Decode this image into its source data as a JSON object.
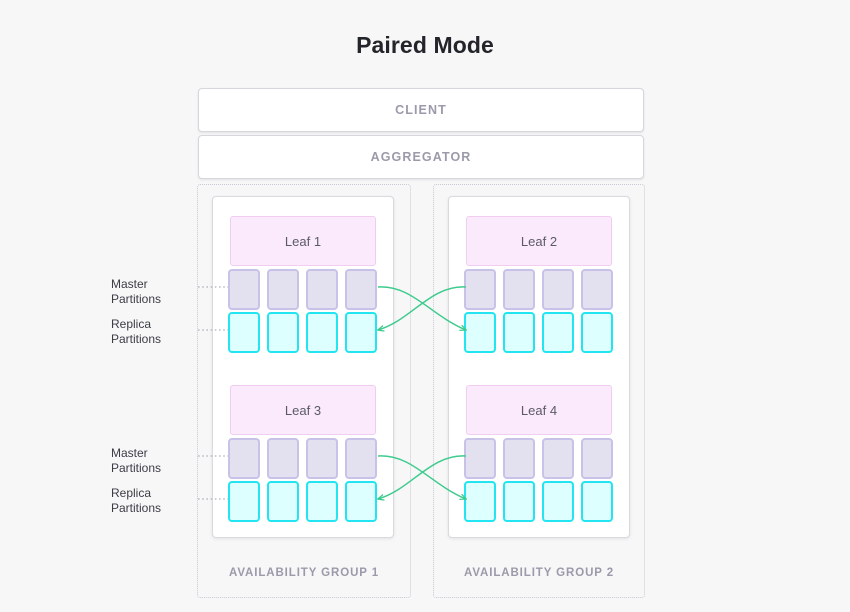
{
  "title": "Paired Mode",
  "top_bars": [
    {
      "label": "CLIENT",
      "name": "client-bar"
    },
    {
      "label": "AGGREGATOR",
      "name": "aggregator-bar"
    }
  ],
  "availability_groups": [
    {
      "label": "AVAILABILITY GROUP 1",
      "leaves": [
        {
          "label": "Leaf 1",
          "master_partitions": 4,
          "replica_partitions": 4
        },
        {
          "label": "Leaf 3",
          "master_partitions": 4,
          "replica_partitions": 4
        }
      ]
    },
    {
      "label": "AVAILABILITY GROUP 2",
      "leaves": [
        {
          "label": "Leaf 2",
          "master_partitions": 4,
          "replica_partitions": 4
        },
        {
          "label": "Leaf 4",
          "master_partitions": 4,
          "replica_partitions": 4
        }
      ]
    }
  ],
  "side_labels": [
    {
      "line1": "Master",
      "line2": "Partitions",
      "row": "top-master"
    },
    {
      "line1": "Replica",
      "line2": "Partitions",
      "row": "top-replica"
    },
    {
      "line1": "Master",
      "line2": "Partitions",
      "row": "bottom-master"
    },
    {
      "line1": "Replica",
      "line2": "Partitions",
      "row": "bottom-replica"
    }
  ],
  "colors": {
    "background": "#f7f7f8",
    "title_text": "#23252b",
    "bar_text": "#9a9aaa",
    "leaf_fill": "#fbeafb",
    "leaf_border": "#f2cdf2",
    "master_fill": "#e3e0f0",
    "master_border": "#c9c2e8",
    "replica_fill": "#ddffff",
    "replica_border": "#23e5f2",
    "arrow": "#3ecb8d",
    "group_border": "#c9c9d3"
  }
}
